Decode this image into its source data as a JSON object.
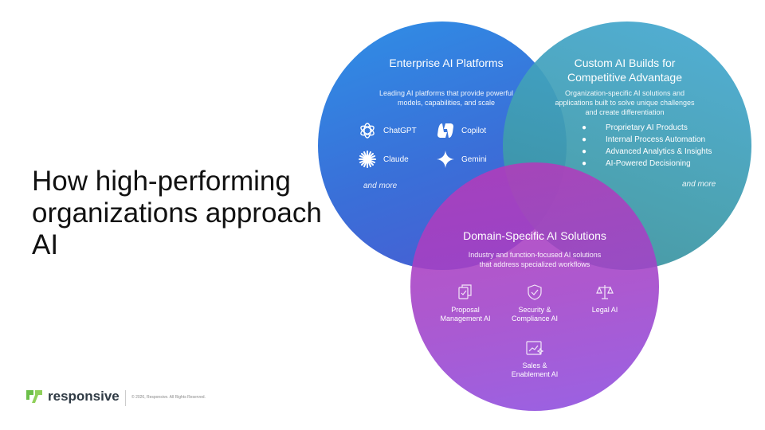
{
  "slide": {
    "title": "How high-performing organizations approach AI"
  },
  "enterprise": {
    "heading": "Enterprise AI Platforms",
    "description_lines": [
      "Leading AI platforms that provide powerful",
      "models, capabilities, and scale"
    ],
    "platforms": [
      {
        "label": "ChatGPT",
        "icon": "chatgpt-icon"
      },
      {
        "label": "Copilot",
        "icon": "copilot-icon"
      },
      {
        "label": "Claude",
        "icon": "claude-icon"
      },
      {
        "label": "Gemini",
        "icon": "gemini-icon"
      }
    ],
    "more": "and more"
  },
  "custom": {
    "heading_lines": [
      "Custom AI Builds for",
      "Competitive Advantage"
    ],
    "description_lines": [
      "Organization-specific AI solutions and",
      "applications built to solve unique challenges",
      "and create differentiation"
    ],
    "bullets": [
      "Proprietary AI Products",
      "Internal Process Automation",
      "Advanced Analytics & Insights",
      "AI-Powered Decisioning"
    ],
    "more": "and more"
  },
  "domain": {
    "heading": "Domain-Specific AI Solutions",
    "description_lines": [
      "Industry and function-focused AI solutions",
      "that address specialized workflows"
    ],
    "items": [
      {
        "lines": [
          "Proposal",
          "Management AI"
        ],
        "icon": "document-check-icon"
      },
      {
        "lines": [
          "Security &",
          "Compliance AI"
        ],
        "icon": "shield-check-icon"
      },
      {
        "lines": [
          "Legal AI"
        ],
        "icon": "scales-icon"
      },
      {
        "lines": [
          "Sales &",
          "Enablement AI"
        ],
        "icon": "chart-sparkle-icon"
      }
    ]
  },
  "footer": {
    "logo_text": "responsive",
    "copyright": "© 2026, Responsive. All Rights Reserved."
  },
  "colors": {
    "enterprise": "#3a6fd8",
    "custom": "#3f9cae",
    "domain": "#a142c9",
    "logo_green": "#6cc04a"
  }
}
